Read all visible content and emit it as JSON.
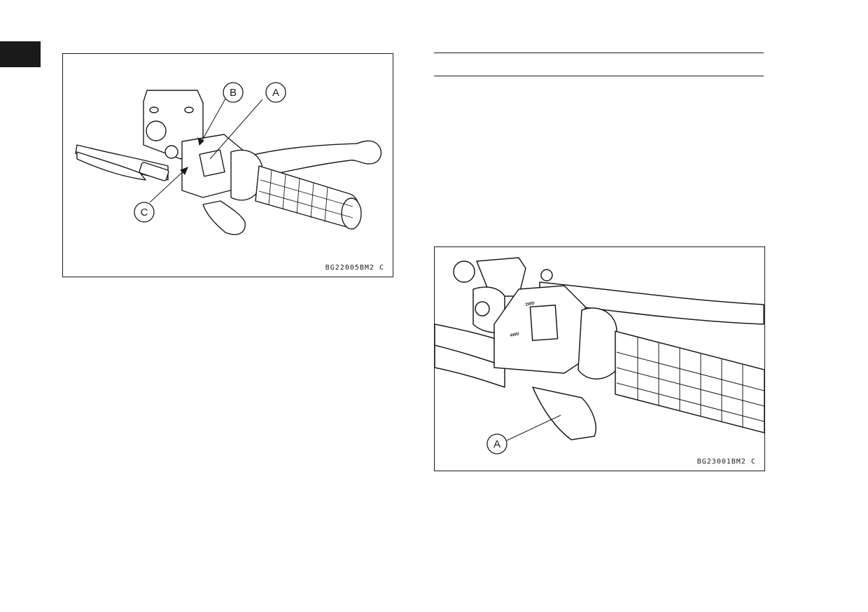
{
  "figure_1": {
    "caption": "BG22005BM2  C",
    "callouts": {
      "a": "A",
      "b": "B",
      "c": "C"
    }
  },
  "figure_2": {
    "caption": "BG23001BM2  C",
    "callouts": {
      "a": "A"
    },
    "switch_markings": {
      "upper": "2WD",
      "lower": "4WD"
    }
  }
}
